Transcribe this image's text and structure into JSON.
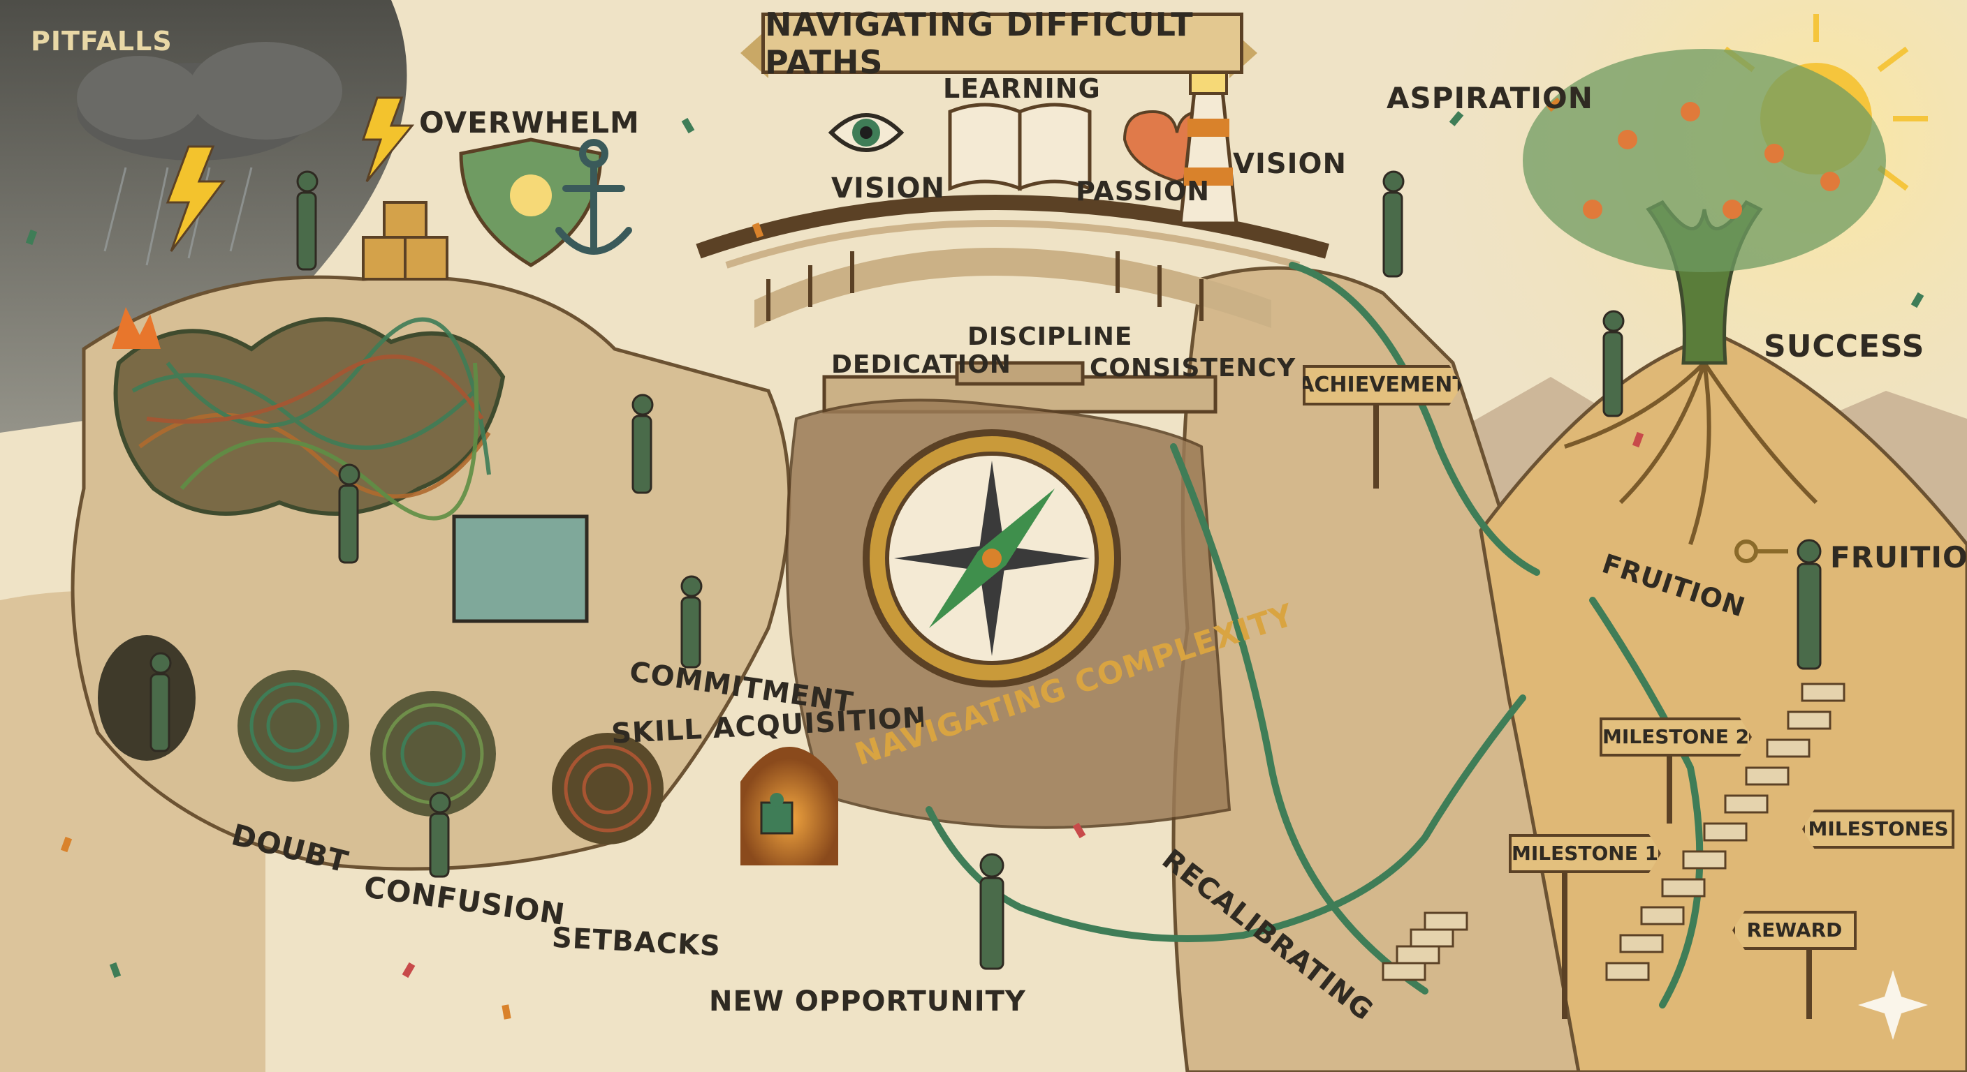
{
  "title": "NAVIGATING DIFFICULT PATHS",
  "labels": {
    "pitfalls": "PITFALLS",
    "overwhelm": "OVERWHELM",
    "learning": "LEARNING",
    "vision_left": "VISION",
    "passion": "PASSION",
    "vision_right": "VISION",
    "aspiration": "ASPIRATION",
    "success": "SUCCESS",
    "dedication": "DEDICATION",
    "discipline": "DISCIPLINE",
    "consistency": "CONSISTENCY",
    "commitment": "COMMITMENT",
    "skill_acquisition": "SKILL ACQUISITION",
    "navigating_complexity": "NAVIGATING COMPLEXITY",
    "fruition_path": "FRUITION",
    "fruition": "FRUITION",
    "doubt": "DOUBT",
    "confusion": "CONFUSION",
    "setbacks": "SETBACKS",
    "recalibrating": "RECALIBRATING",
    "new_opportunity": "NEW OPPORTUNITY"
  },
  "signs": {
    "achievement": "ACHIEVEMENT",
    "milestone_2": "MILESTONE 2",
    "milestone_1": "MILESTONE 1",
    "milestones": "MILESTONES",
    "reward": "REWARD"
  },
  "icons": [
    "eye-icon",
    "open-book-icon",
    "heart-icon",
    "lighthouse-icon",
    "shield-bulb-icon",
    "anchor-icon",
    "compass-icon",
    "sun-icon",
    "storm-cloud-icon",
    "lightning-icon",
    "tree-icon",
    "key-icon",
    "puzzle-piece-icon",
    "sparkle-icon"
  ],
  "colors": {
    "parchment": "#efe3c6",
    "rock": "#d9c29a",
    "vine_green": "#3f7d57",
    "ink": "#2f2a22",
    "accent_orange": "#d9822b",
    "storm": "#4a4a4a"
  }
}
